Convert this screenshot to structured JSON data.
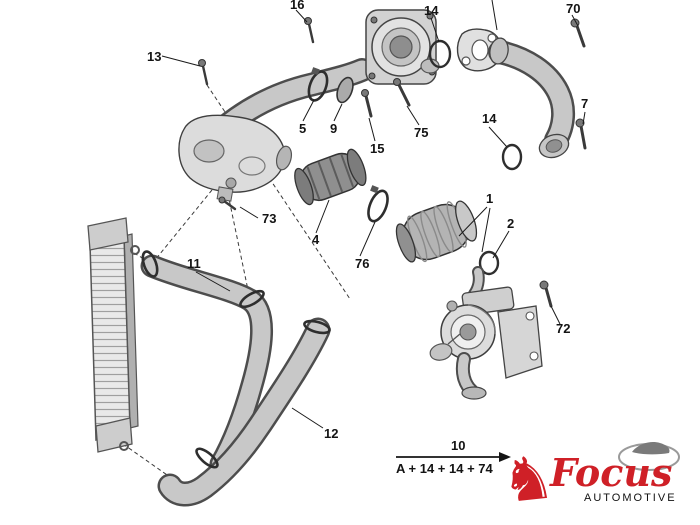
{
  "diagram": {
    "part_labels": {
      "n16": "16",
      "n14_top": "14",
      "n70": "70",
      "n13": "13",
      "n5": "5",
      "n9": "9",
      "n15": "15",
      "n75": "75",
      "n14_mid": "14",
      "n7": "7",
      "n73": "73",
      "n4": "4",
      "n76": "76",
      "n1": "1",
      "n2": "2",
      "n72": "72",
      "n11": "11",
      "n12": "12"
    },
    "legend": {
      "number": "10",
      "formula": "A + 14 + 14 + 74"
    }
  },
  "logo": {
    "brand": "Focus",
    "subtitle": "AUTOMOTIVE",
    "horse_glyph": "♞"
  },
  "colors": {
    "brand_red": "#cf2027",
    "line": "#1a1a1a",
    "part_light": "#d9d9d9",
    "part_mid": "#b5b5b5",
    "part_dark": "#8f8f8f",
    "background": "#ffffff"
  }
}
